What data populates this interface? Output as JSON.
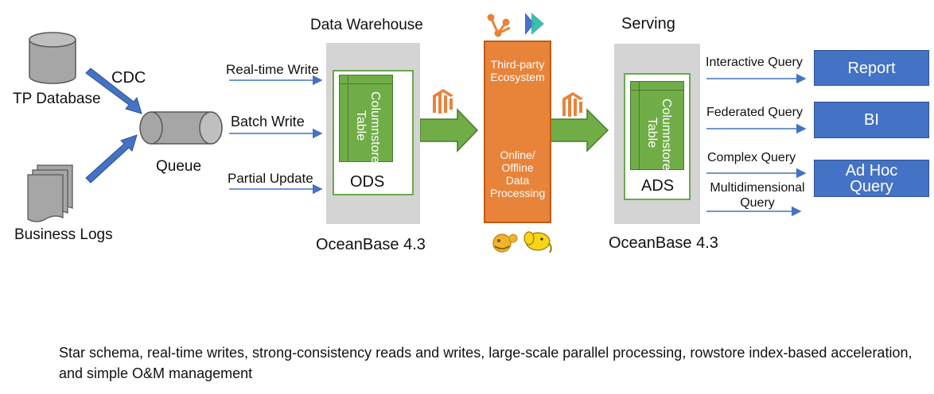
{
  "sources": {
    "tp_database": "TP Database",
    "business_logs": "Business Logs",
    "cdc": "CDC",
    "queue": "Queue"
  },
  "writes": {
    "realtime": "Real-time Write",
    "batch": "Batch Write",
    "partial": "Partial Update"
  },
  "warehouse": {
    "title": "Data Warehouse",
    "table_label": "Columnstore Table",
    "layer": "ODS",
    "product": "OceanBase 4.3"
  },
  "ecosystem": {
    "top_label": "Third-party Ecosystem",
    "bottom_label": "Online/ Offline Data Processing"
  },
  "serving": {
    "title": "Serving",
    "table_label": "Columnstore Table",
    "layer": "ADS",
    "product": "OceanBase 4.3"
  },
  "queries": {
    "interactive": "Interactive Query",
    "federated": "Federated Query",
    "complex": "Complex Query",
    "multidim": "Multidimensional Query"
  },
  "outputs": {
    "report": "Report",
    "bi": "BI",
    "adhoc": "Ad Hoc Query"
  },
  "icons": {
    "kafka": "kafka-icon",
    "airflow": "airflow-icon",
    "kettle": "kettle-icon",
    "flink": "flink-icon",
    "hadoop": "hadoop-icon"
  },
  "colors": {
    "green": "#70ad47",
    "orange": "#e8833a",
    "blue": "#4472c4",
    "gray": "#d4d4d4",
    "arrow_blue": "#4472c4"
  },
  "footer": "Star schema, real-time writes, strong-consistency reads and writes, large-scale parallel processing, rowstore index-based acceleration, and simple O&M management"
}
